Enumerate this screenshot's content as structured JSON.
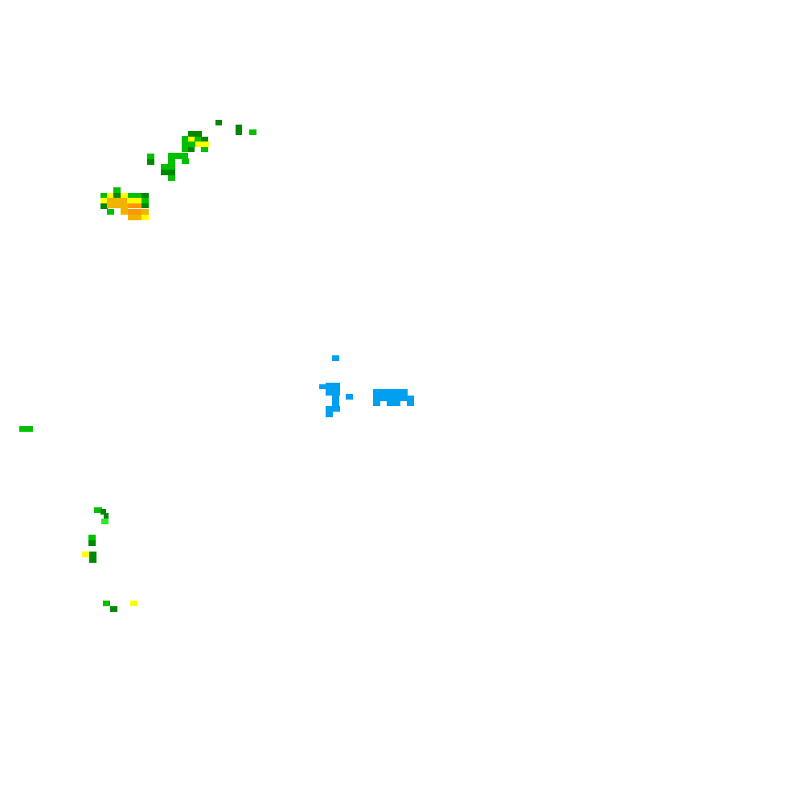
{
  "map": {
    "type": "weather-radar-tile",
    "background": "#ffffff",
    "legend_colors": {
      "light_green": "#2ee82e",
      "green": "#00c000",
      "dark_green": "#008800",
      "yellow": "#ffff00",
      "amber": "#f0b400",
      "orange": "#ff9800",
      "blue": "#00a0f0"
    },
    "echo_clusters": [
      {
        "name": "storm-cluster-northwest",
        "colors": [
          "#00c000",
          "#008800",
          "#ffff00"
        ]
      },
      {
        "name": "storm-core-northwest",
        "colors": [
          "#f0b400",
          "#ff9800",
          "#ffff00",
          "#00c000"
        ]
      },
      {
        "name": "echo-center-blue",
        "colors": [
          "#00a0f0"
        ]
      },
      {
        "name": "echo-west-edge",
        "colors": [
          "#00c000"
        ]
      },
      {
        "name": "echo-southwest",
        "colors": [
          "#00c000",
          "#008800",
          "#ffff00",
          "#2ee82e"
        ]
      }
    ]
  }
}
